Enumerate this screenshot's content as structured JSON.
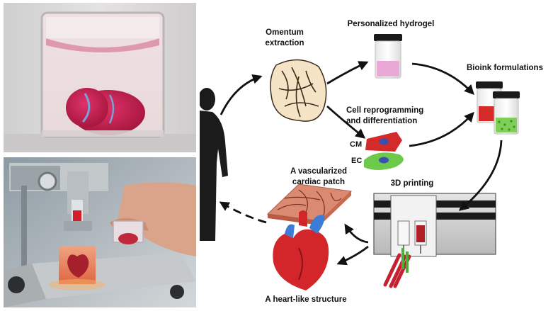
{
  "labels": {
    "omentum": [
      "Omentum",
      "extraction"
    ],
    "hydrogel": "Personalized hydrogel",
    "bioink": "Bioink formulations",
    "reprogramming": [
      "Cell reprogramming",
      "and differentiation"
    ],
    "cm": "CM",
    "ec": "EC",
    "patch": [
      "A vascularized",
      "cardiac patch"
    ],
    "printing": "3D printing",
    "heart": "A heart-like structure"
  },
  "colors": {
    "hydrogel": "#e9a8d6",
    "red_cell": "#d42a2a",
    "green_cell": "#6cc94a",
    "nucleus": "#3a4fb0",
    "arrow": "#111111",
    "heart_red": "#d3262a",
    "heart_blue": "#3c7bd6",
    "patch": "#d9826a"
  }
}
